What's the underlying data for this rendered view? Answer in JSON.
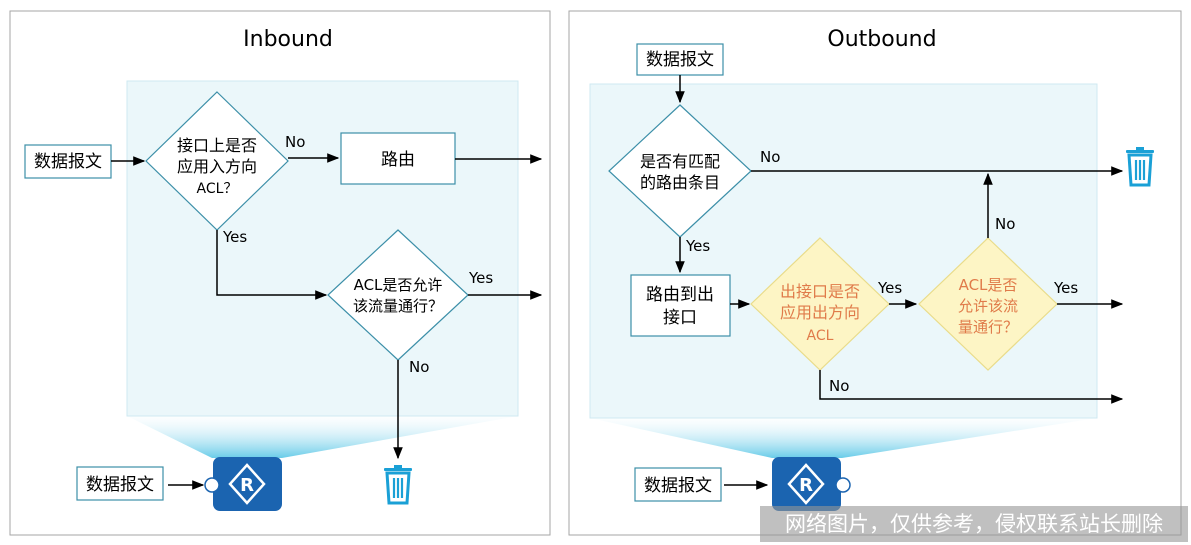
{
  "inbound": {
    "title": "Inbound",
    "packet_label": "数据报文",
    "decision_acl_applied": [
      "接口上是否",
      "应用入方向",
      "ACL？"
    ],
    "route_label": "路由",
    "decision_acl_permit": [
      "ACL是否允许",
      "该流量通行？"
    ],
    "no_1": "No",
    "yes_1": "Yes",
    "yes_2": "Yes",
    "no_2": "No",
    "bottom_packet_label": "数据报文",
    "router_label": "R"
  },
  "outbound": {
    "title": "Outbound",
    "packet_label": "数据报文",
    "decision_route_match": [
      "是否有匹配",
      "的路由条目"
    ],
    "route_to_out": [
      "路由到出",
      "接口"
    ],
    "decision_out_acl": [
      "出接口是否",
      "应用出方向",
      "ACL"
    ],
    "decision_acl_permit": [
      "ACL是否",
      "允许该流",
      "量通行？"
    ],
    "no_1": "No",
    "yes_1": "Yes",
    "yes_2": "Yes",
    "no_2": "No",
    "yes_3": "Yes",
    "no_3": "No",
    "bottom_packet_label": "数据报文",
    "router_label": "R"
  },
  "colors": {
    "box_border": "#3c8fa8",
    "highlight_fill": "#ebf7fa",
    "yellow_fill": "#fdf5c5",
    "yellow_border": "#e9dc8a",
    "orange_text": "#e07b4a",
    "router_fill": "#1b64b0",
    "trash": "#1aa0d6"
  },
  "watermark": "网络图片，仅供参考，侵权联系站长删除"
}
